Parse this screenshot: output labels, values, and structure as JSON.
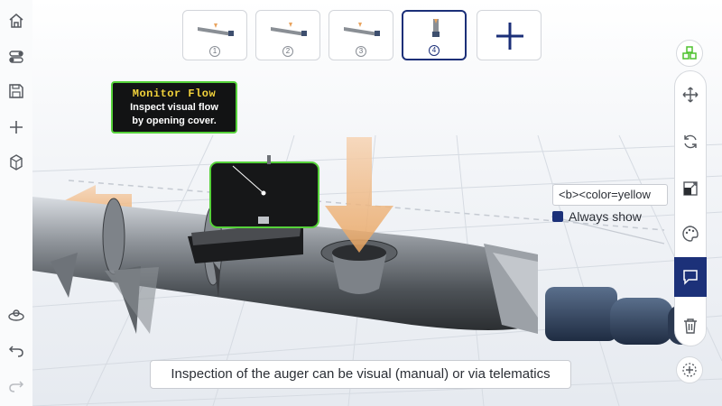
{
  "left_toolbar": {
    "items": [
      {
        "icon": "home-icon"
      },
      {
        "icon": "toggle-icon"
      },
      {
        "icon": "save-icon"
      },
      {
        "icon": "add-icon"
      },
      {
        "icon": "move-3d-icon"
      },
      {
        "icon": "orbit-view-icon"
      },
      {
        "icon": "undo-icon"
      },
      {
        "icon": "redo-icon"
      }
    ]
  },
  "thumbnails": {
    "items": [
      {
        "number": "1",
        "active": false
      },
      {
        "number": "2",
        "active": false
      },
      {
        "number": "3",
        "active": false
      },
      {
        "number": "4",
        "active": true
      }
    ],
    "add_icon": "plus-icon"
  },
  "right_toolbar": {
    "top_icon": "cubes-icon",
    "items": [
      {
        "icon": "move-arrows-icon",
        "active": false
      },
      {
        "icon": "rotate-icon",
        "active": false
      },
      {
        "icon": "scale-icon",
        "active": false
      },
      {
        "icon": "palette-icon",
        "active": false
      },
      {
        "icon": "comment-icon",
        "active": true
      },
      {
        "icon": "trash-icon",
        "active": false
      }
    ],
    "bottom_icon": "add-point-icon"
  },
  "callout": {
    "title": "Monitor Flow",
    "body_line1": "Inspect visual flow",
    "body_line2": "by opening cover."
  },
  "label_editor": {
    "value": "<b><color=yellow",
    "always_show_label": "Always show",
    "always_show_checked": true
  },
  "caption": "Inspection of the auger can be visual (manual) or via telematics",
  "colors": {
    "accent": "#1c3179",
    "highlight_green": "#56d23a",
    "callout_title": "#f2d33b",
    "flow_arrow": "#f3b27c"
  }
}
